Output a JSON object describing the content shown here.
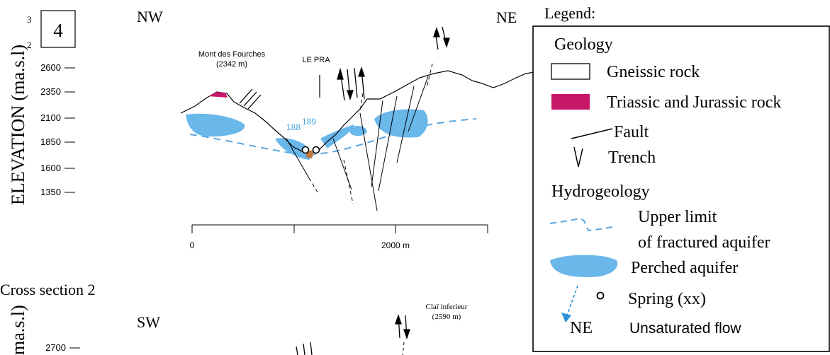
{
  "section1": {
    "number": "4",
    "left_direction": "NW",
    "right_direction": "NE",
    "axis_label": "ELEVATION (ma.s.l)",
    "elevation_ticks": [
      "2600",
      "2350",
      "2100",
      "1850",
      "1600",
      "1350"
    ],
    "partial_ticks": [
      "3",
      "2"
    ],
    "distance_ticks": [
      "0",
      "2000 m"
    ],
    "peak_label": "Mont des Fourches",
    "peak_elevation": "(2342 m)",
    "village_label": "LE PRA",
    "spring_labels": [
      "188",
      "189"
    ]
  },
  "section2": {
    "title": "Cross section 2",
    "axis_label_partial": "ma.s.l)",
    "left_direction": "SW",
    "elevation_ticks": [
      "2700"
    ],
    "peak_label": "Claï inferieur",
    "peak_elevation": "(2590 m)"
  },
  "legend": {
    "title": "Legend:",
    "geology_heading": "Geology",
    "gneiss": "Gneissic rock",
    "triassic": "Triassic and Jurassic rock",
    "fault": "Fault",
    "trench": "Trench",
    "hydro_heading": "Hydrogeology",
    "upper_limit_line1": "Upper limit",
    "upper_limit_line2": "of fractured aquifer",
    "perched": "Perched aquifer",
    "spring": "Spring (xx)",
    "flow_direction": "NE",
    "unsaturated": "Unsaturated flow"
  },
  "colors": {
    "aquifer": "#6ab7ea",
    "aquifer_limit": "#5aa6df",
    "triassic": "#c8186a",
    "spring_label": "#4aa3df",
    "flow_arrow": "#2b8fd6"
  }
}
